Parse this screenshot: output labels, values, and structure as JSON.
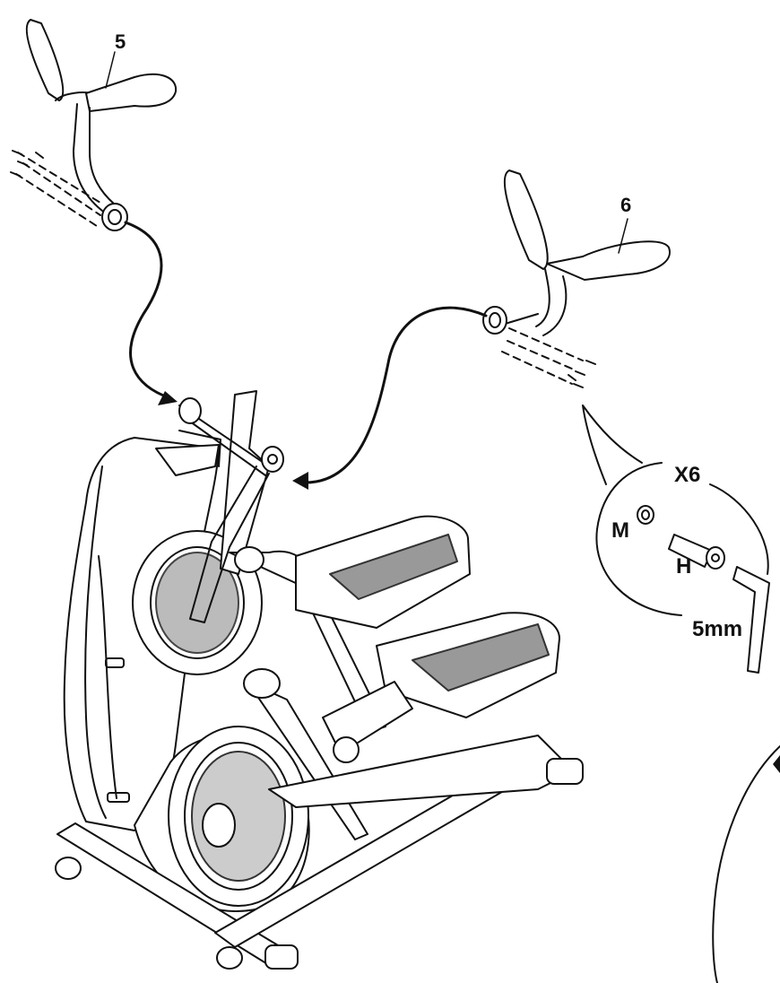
{
  "labels": {
    "part_left_arm": "5",
    "part_right_arm": "6",
    "hardware_quantity": "X6",
    "hardware_washer": "M",
    "hardware_bolt": "H",
    "hex_key_size": "5mm"
  }
}
